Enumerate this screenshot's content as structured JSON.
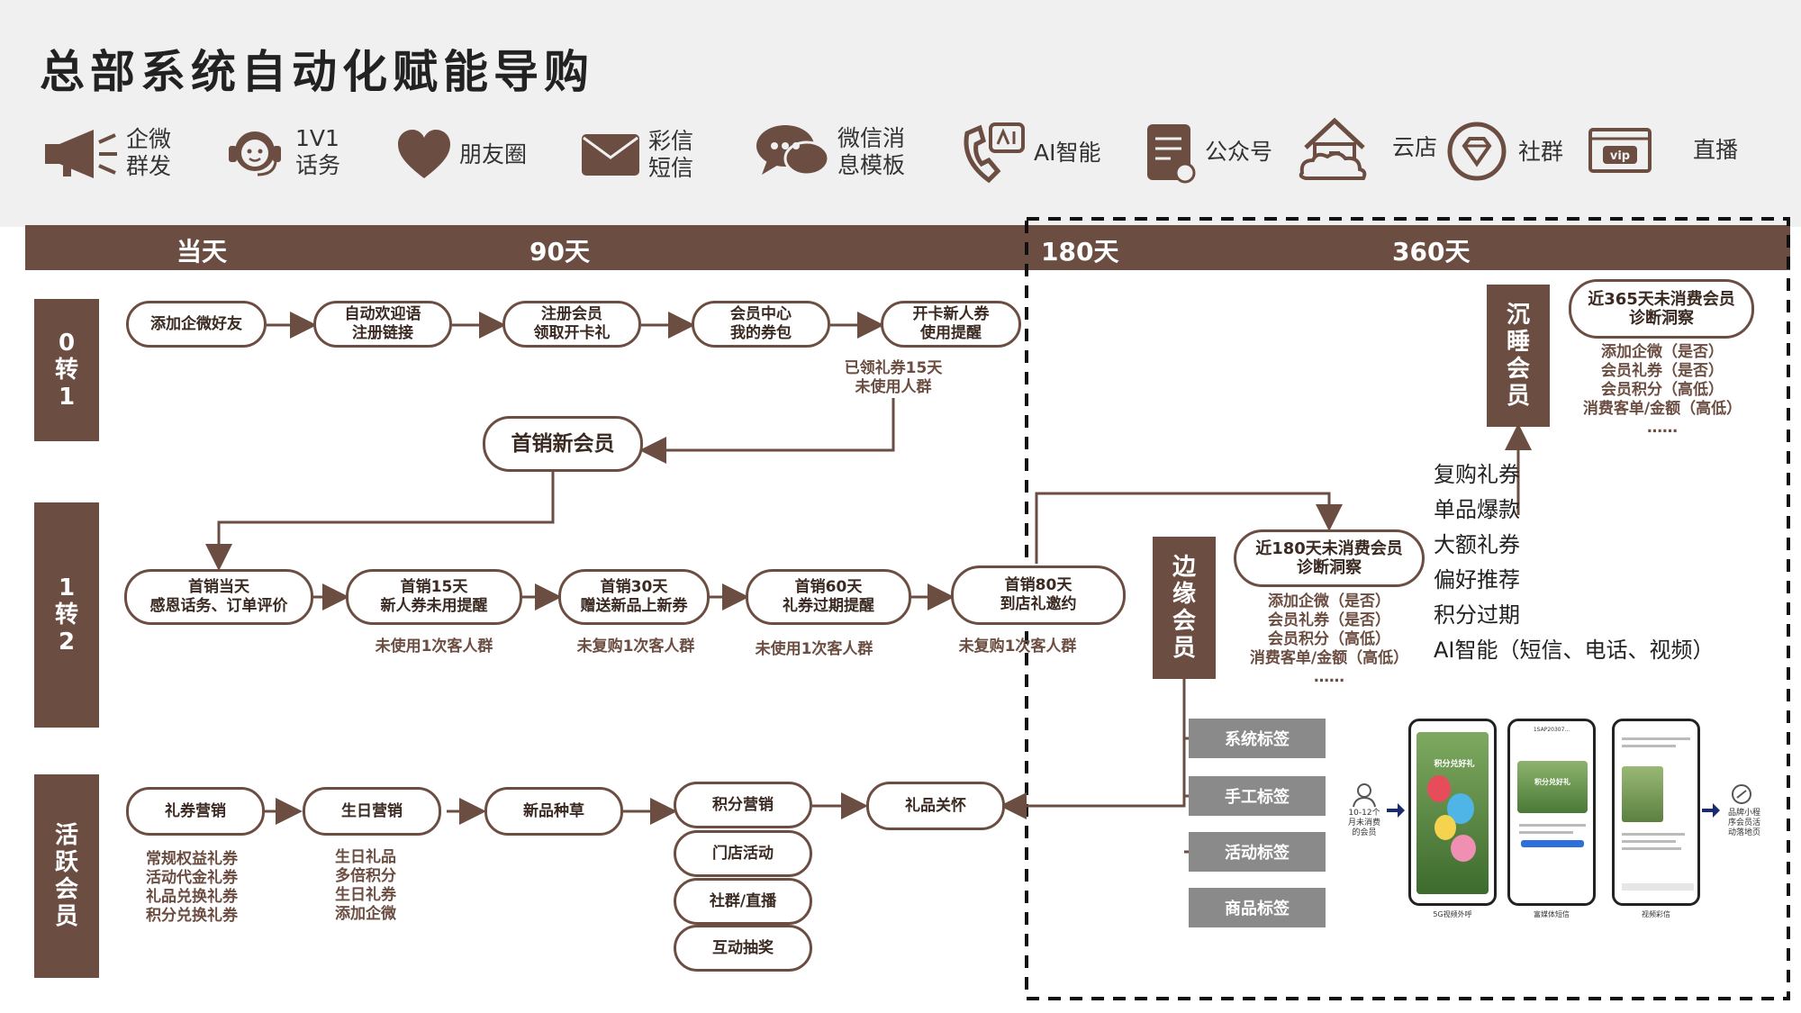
{
  "title": "总部系统自动化赋能导购",
  "channels": [
    {
      "icon": "megaphone-icon",
      "label": "企微\n群发"
    },
    {
      "icon": "headset-agent-icon",
      "label": "1V1\n话务"
    },
    {
      "icon": "heart-icon",
      "label": "朋友圈"
    },
    {
      "icon": "envelope-icon",
      "label": "彩信\n短信"
    },
    {
      "icon": "chat-bubble-icon",
      "label": "微信消\n息模板"
    },
    {
      "icon": "phone-ai-icon",
      "label": "AI智能"
    },
    {
      "icon": "document-icon",
      "label": "公众号"
    },
    {
      "icon": "cloud-house-icon",
      "label": "云店"
    },
    {
      "icon": "diamond-badge-icon",
      "label": "社群"
    },
    {
      "icon": "vip-card-icon",
      "label": "直播"
    }
  ],
  "timeline": [
    "当天",
    "90天",
    "180天",
    "360天"
  ],
  "stages": {
    "zero_to_one": "0\n转\n1",
    "one_to_two": "1\n转\n2",
    "active": "活\n跃\n会\n员",
    "edge": "边\n缘\n会\n员",
    "sleep": "沉\n睡\n会\n员"
  },
  "row1": {
    "nodes": [
      "添加企微好友",
      "自动欢迎语\n注册链接",
      "注册会员\n领取开卡礼",
      "会员中心\n我的券包",
      "开卡新人券\n使用提醒"
    ],
    "note": "已领礼券15天\n未使用人群"
  },
  "first_sale": "首销新会员",
  "row2": {
    "nodes": [
      "首销当天\n感恩话务、订单评价",
      "首销15天\n新人券未用提醒",
      "首销30天\n赠送新品上新券",
      "首销60天\n礼券过期提醒",
      "首销80天\n到店礼邀约"
    ],
    "notes": [
      "未使用1次客人群",
      "未复购1次客人群",
      "未使用1次客人群",
      "未复购1次客人群"
    ]
  },
  "row3": {
    "nodes": [
      "礼券营销",
      "生日营销",
      "新品种草",
      "积分营销",
      "门店活动",
      "社群/直播",
      "互动抽奖",
      "礼品关怀"
    ],
    "notes": [
      "常规权益礼券\n活动代金礼券\n礼品兑换礼券\n积分兑换礼券",
      "生日礼品\n多倍积分\n生日礼券\n添加企微"
    ]
  },
  "edge": {
    "node": "近180天未消费会员\n诊断洞察",
    "criteria": "添加企微（是否）\n会员礼券（是否）\n会员积分（高低）\n消费客单/金额（高低）\n……"
  },
  "sleep": {
    "node": "近365天未消费会员\n诊断洞察",
    "criteria": "添加企微（是否）\n会员礼券（是否）\n会员积分（高低）\n消费客单/金额（高低）\n……"
  },
  "actions": "复购礼券\n单品爆款\n大额礼券\n偏好推荐\n积分过期\nAI智能（短信、电话、视频）",
  "tags": [
    "系统标签",
    "手工标签",
    "活动标签",
    "商品标签"
  ],
  "phones": {
    "left_caption": "10-12个\n月未消费\n的会员",
    "right_caption": "品牌小程\n序会员活\n动落地页",
    "captions": [
      "5G视频外呼",
      "富媒体短信",
      "视频彩信"
    ],
    "screen_texts": [
      "积分兑好礼",
      "积分兑好礼",
      "1SAP20307..."
    ]
  }
}
